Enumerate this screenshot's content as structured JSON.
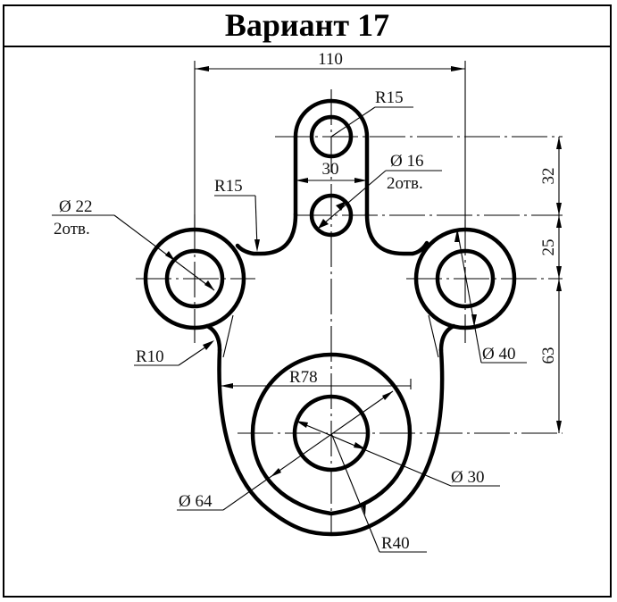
{
  "title": "Вариант 17",
  "dimensions": {
    "overall_width": "110",
    "lug_width": "30",
    "lug_radius": "R15",
    "small_holes_diameter": "Ø 16",
    "small_holes_count": "2отв.",
    "fillet_top": "R15",
    "side_holes_diameter": "Ø 22",
    "side_holes_count": "2отв.",
    "fillet_side": "R10",
    "side_boss_diameter": "Ø 40",
    "vertical_1": "32",
    "vertical_2": "25",
    "vertical_3": "63",
    "arc_radius": "R78",
    "center_hole_diameter": "Ø 30",
    "middle_circle_diameter": "Ø 64",
    "bottom_radius": "R40"
  }
}
